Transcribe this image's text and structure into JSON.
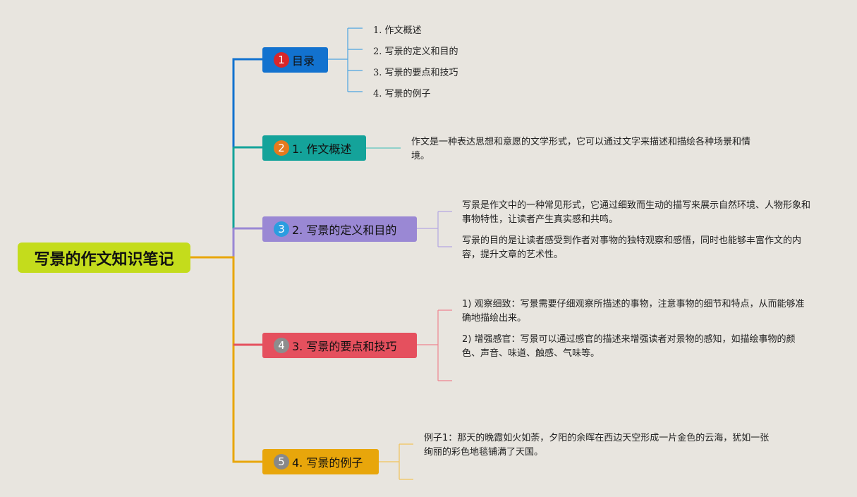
{
  "root": {
    "title": "写景的作文知识笔记"
  },
  "branches": [
    {
      "badge": "1",
      "label": "目录",
      "color": "#1272cf",
      "badge_color": "#d8262a"
    },
    {
      "badge": "2",
      "label": "1. 作文概述",
      "color": "#14a39a",
      "badge_color": "#e67a1d"
    },
    {
      "badge": "3",
      "label": "2. 写景的定义和目的",
      "color": "#9a88d4",
      "badge_color": "#2a9de0"
    },
    {
      "badge": "4",
      "label": "3. 写景的要点和技巧",
      "color": "#e5505e",
      "badge_color": "#8d8d8d"
    },
    {
      "badge": "5",
      "label": "4. 写景的例子",
      "color": "#e8a60b",
      "badge_color": "#888888"
    }
  ],
  "toc_items": [
    "1. 作文概述",
    "2. 写景的定义和目的",
    "3. 写景的要点和技巧",
    "4. 写景的例子"
  ],
  "overview": {
    "text": "作文是一种表达思想和意愿的文学形式，它可以通过文字来描述和描绘各种场景和情境。"
  },
  "definition": [
    "写景是作文中的一种常见形式，它通过细致而生动的描写来展示自然环境、人物形象和事物特性，让读者产生真实感和共鸣。",
    "写景的目的是让读者感受到作者对事物的独特观察和感悟，同时也能够丰富作文的内容，提升文章的艺术性。"
  ],
  "techniques": [
    "1) 观察细致：写景需要仔细观察所描述的事物，注意事物的细节和特点，从而能够准确地描绘出来。",
    "2) 增强感官：写景可以通过感官的描述来增强读者对景物的感知，如描绘事物的颜色、声音、味道、触感、气味等。"
  ],
  "examples": [
    "例子1：那天的晚霞如火如荼，夕阳的余晖在西边天空形成一片金色的云海，犹如一张绚丽的彩色地毯铺满了天国。"
  ]
}
